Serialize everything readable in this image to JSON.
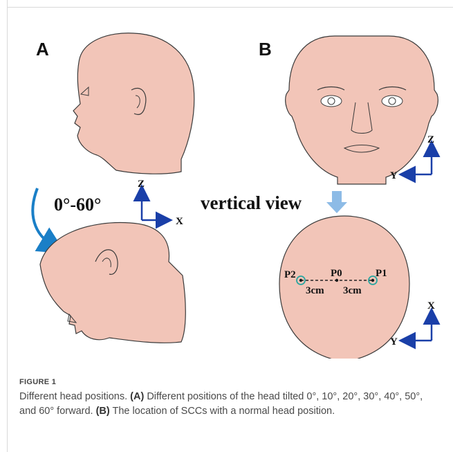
{
  "figure": {
    "panel_a_label": "A",
    "panel_b_label": "B",
    "angle_range": "0°-60°",
    "vertical_view_label": "vertical view",
    "axes_a": {
      "vertical": "Z",
      "horizontal": "X"
    },
    "axes_b_front": {
      "vertical": "Z",
      "horizontal": "Y"
    },
    "axes_b_top": {
      "vertical": "X",
      "horizontal": "Y"
    },
    "points": {
      "left": "P2",
      "center": "P0",
      "right": "P1"
    },
    "distances": {
      "left": "3cm",
      "right": "3cm"
    },
    "colors": {
      "skin": "#f2c5b8",
      "outline": "#3a3a3a",
      "arrow_blue": "#1a7fc7",
      "axis_blue": "#1a3fa8",
      "light_blue": "#8dbbe6",
      "scc": "#2aa6a0"
    }
  },
  "caption": {
    "label": "FIGURE 1",
    "title": "Different head positions.",
    "part_a_label": "(A)",
    "part_a_text": "Different positions of the head tilted 0°, 10°, 20°, 30°, 40°, 50°, and 60° forward.",
    "part_b_label": "(B)",
    "part_b_text": "The location of SCCs with a normal head position."
  }
}
